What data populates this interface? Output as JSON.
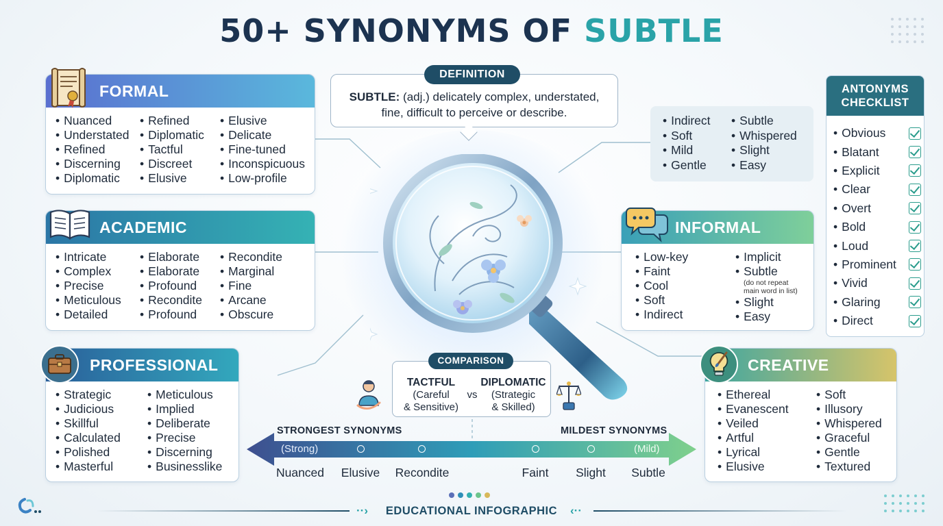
{
  "title": {
    "main": "50+ SYNONYMS OF ",
    "accent": "SUBTLE"
  },
  "definition": {
    "pill": "DEFINITION",
    "term": "SUBTLE:",
    "text": " (adj.) delicately complex, understated, fine, difficult to perceive or describe."
  },
  "formal": {
    "label": "FORMAL",
    "col1": [
      "Nuanced",
      "Understated",
      "Refined",
      "Discerning",
      "Diplomatic"
    ],
    "col2": [
      "Refined",
      "Diplomatic",
      "Tactful",
      "Discreet",
      "Elusive"
    ],
    "col3": [
      "Elusive",
      "Delicate",
      "Fine-tuned",
      "Inconspicuous",
      "Low-profile"
    ]
  },
  "academic": {
    "label": "ACADEMIC",
    "col1": [
      "Intricate",
      "Complex",
      "Precise",
      "Meticulous",
      "Detailed"
    ],
    "col2": [
      "Elaborate",
      "Elaborate",
      "Profound",
      "Recondite",
      "Profound"
    ],
    "col3": [
      "Recondite",
      "Marginal",
      "Fine",
      "Arcane",
      "Obscure"
    ]
  },
  "professional": {
    "label": "PROFESSIONAL",
    "col1": [
      "Strategic",
      "Judicious",
      "Skillful",
      "Calculated",
      "Polished",
      "Masterful"
    ],
    "col2": [
      "Meticulous",
      "Implied",
      "Deliberate",
      "Precise",
      "Discerning",
      "Businesslike"
    ]
  },
  "mini_list": {
    "col1": [
      "Indirect",
      "Soft",
      "Mild",
      "Gentle"
    ],
    "col2": [
      "Subtle",
      "Whispered",
      "Slight",
      "Easy"
    ]
  },
  "informal": {
    "label": "INFORMAL",
    "col1": [
      "Low-key",
      "Faint",
      "Cool",
      "Soft",
      "Indirect"
    ],
    "col2a": [
      "Implicit",
      "Subtle"
    ],
    "note": [
      "(do not repeat",
      "main word in list)"
    ],
    "col2b": [
      "Slight",
      "Easy"
    ]
  },
  "creative": {
    "label": "CREATIVE",
    "col1": [
      "Ethereal",
      "Evanescent",
      "Veiled",
      "Artful",
      "Lyrical",
      "Elusive"
    ],
    "col2": [
      "Soft",
      "Illusory",
      "Whispered",
      "Graceful",
      "Gentle",
      "Textured"
    ]
  },
  "antonyms": {
    "title_line1": "ANTONYMS",
    "title_line2": "CHECKLIST",
    "items": [
      "Obvious",
      "Blatant",
      "Explicit",
      "Clear",
      "Overt",
      "Bold",
      "Loud",
      "Prominent",
      "Vivid",
      "Glaring",
      "Direct"
    ]
  },
  "comparison": {
    "pill": "COMPARISON",
    "left_word": "TACTFUL",
    "left_desc1": "(Careful",
    "left_desc2": "& Sensitive)",
    "vs": "vs",
    "right_word": "DIPLOMATIC",
    "right_desc1": "(Strategic",
    "right_desc2": "& Skilled)"
  },
  "scale": {
    "strongest": "STRONGEST SYNONYMS",
    "mildest": "MILDEST SYNONYMS",
    "strong_tag": "(Strong)",
    "mild_tag": "(Mild)",
    "words": [
      "Nuanced",
      "Elusive",
      "Recondite",
      "Faint",
      "Slight",
      "Subtle"
    ]
  },
  "footer": {
    "text": "EDUCATIONAL INFOGRAPHIC"
  },
  "colors": {
    "formal_head": "#5b7fd6",
    "academic_head": "#2a8fae",
    "professional_head": "#2d8aa8",
    "informal_head": "#58b6a0",
    "creative_head": "#5aa97c",
    "antonym_head": "#2a6f80",
    "pill": "#1f4d66"
  }
}
